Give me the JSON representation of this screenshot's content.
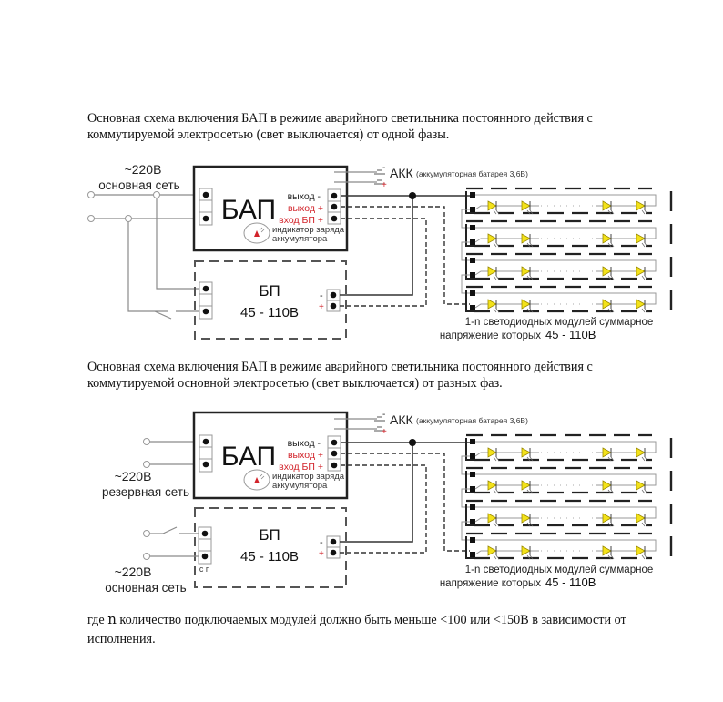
{
  "paragraphs": {
    "p1": "Основная схема включения БАП в режиме аварийного светильника постоянного действия с коммутируемой электросетью (свет выключается) от одной фазы.",
    "p2": "Основная схема включения БАП в режиме аварийного светильника постоянного действия с коммутируемой основной электросетью (свет выключается) от разных фаз.",
    "p3_before": "где ",
    "p3_n": "n",
    "p3_after": " количество подключаемых модулей должно быть меньше <100 или <150В в зависимости от исполнения."
  },
  "diagram1": {
    "mains_voltage": "~220В",
    "mains_label": "основная сеть",
    "bap_title": "БАП",
    "out_minus": "выход -",
    "out_plus": "выход +",
    "in_bp_plus": "вход БП +",
    "indicator_line1": "индикатор заряда",
    "indicator_line2": "аккумулятора",
    "akk_label": "АКК",
    "akk_desc": "(аккумуляторная батарея 3,6В)",
    "bp_title": "БП",
    "bp_voltage": "45 - 110В",
    "bp_minus": "-",
    "bp_plus": "+",
    "akk_minus": "-",
    "akk_plus": "+",
    "modules_line1": "1-n светодиодных модулей суммарное",
    "modules_line2": "напряжение которых",
    "modules_voltage": "45 - 110В"
  },
  "diagram2": {
    "reserve_voltage": "~220В",
    "reserve_label": "резервная сеть",
    "mains_voltage": "~220В",
    "mains_label": "основная сеть",
    "bap_title": "БАП",
    "out_minus": "выход -",
    "out_plus": "выход +",
    "in_bp_plus": "вход БП +",
    "indicator_line1": "индикатор заряда",
    "indicator_line2": "аккумулятора",
    "akk_label": "АКК",
    "akk_desc": "(аккумуляторная батарея 3,6В)",
    "bp_title": "БП",
    "bp_voltage": "45 - 110В",
    "bp_terminal_marks": "с г",
    "bp_minus": "-",
    "bp_plus": "+",
    "akk_minus": "-",
    "akk_plus": "+",
    "modules_line1": "1-n светодиодных модулей суммарное",
    "modules_line2": "напряжение которых",
    "modules_voltage": "45 - 110В"
  },
  "led_modules": {
    "rows": 4,
    "leds_per_row_shown": 4
  },
  "colors": {
    "accent_red": "#d2232a",
    "led_yellow": "#f3e21a"
  }
}
